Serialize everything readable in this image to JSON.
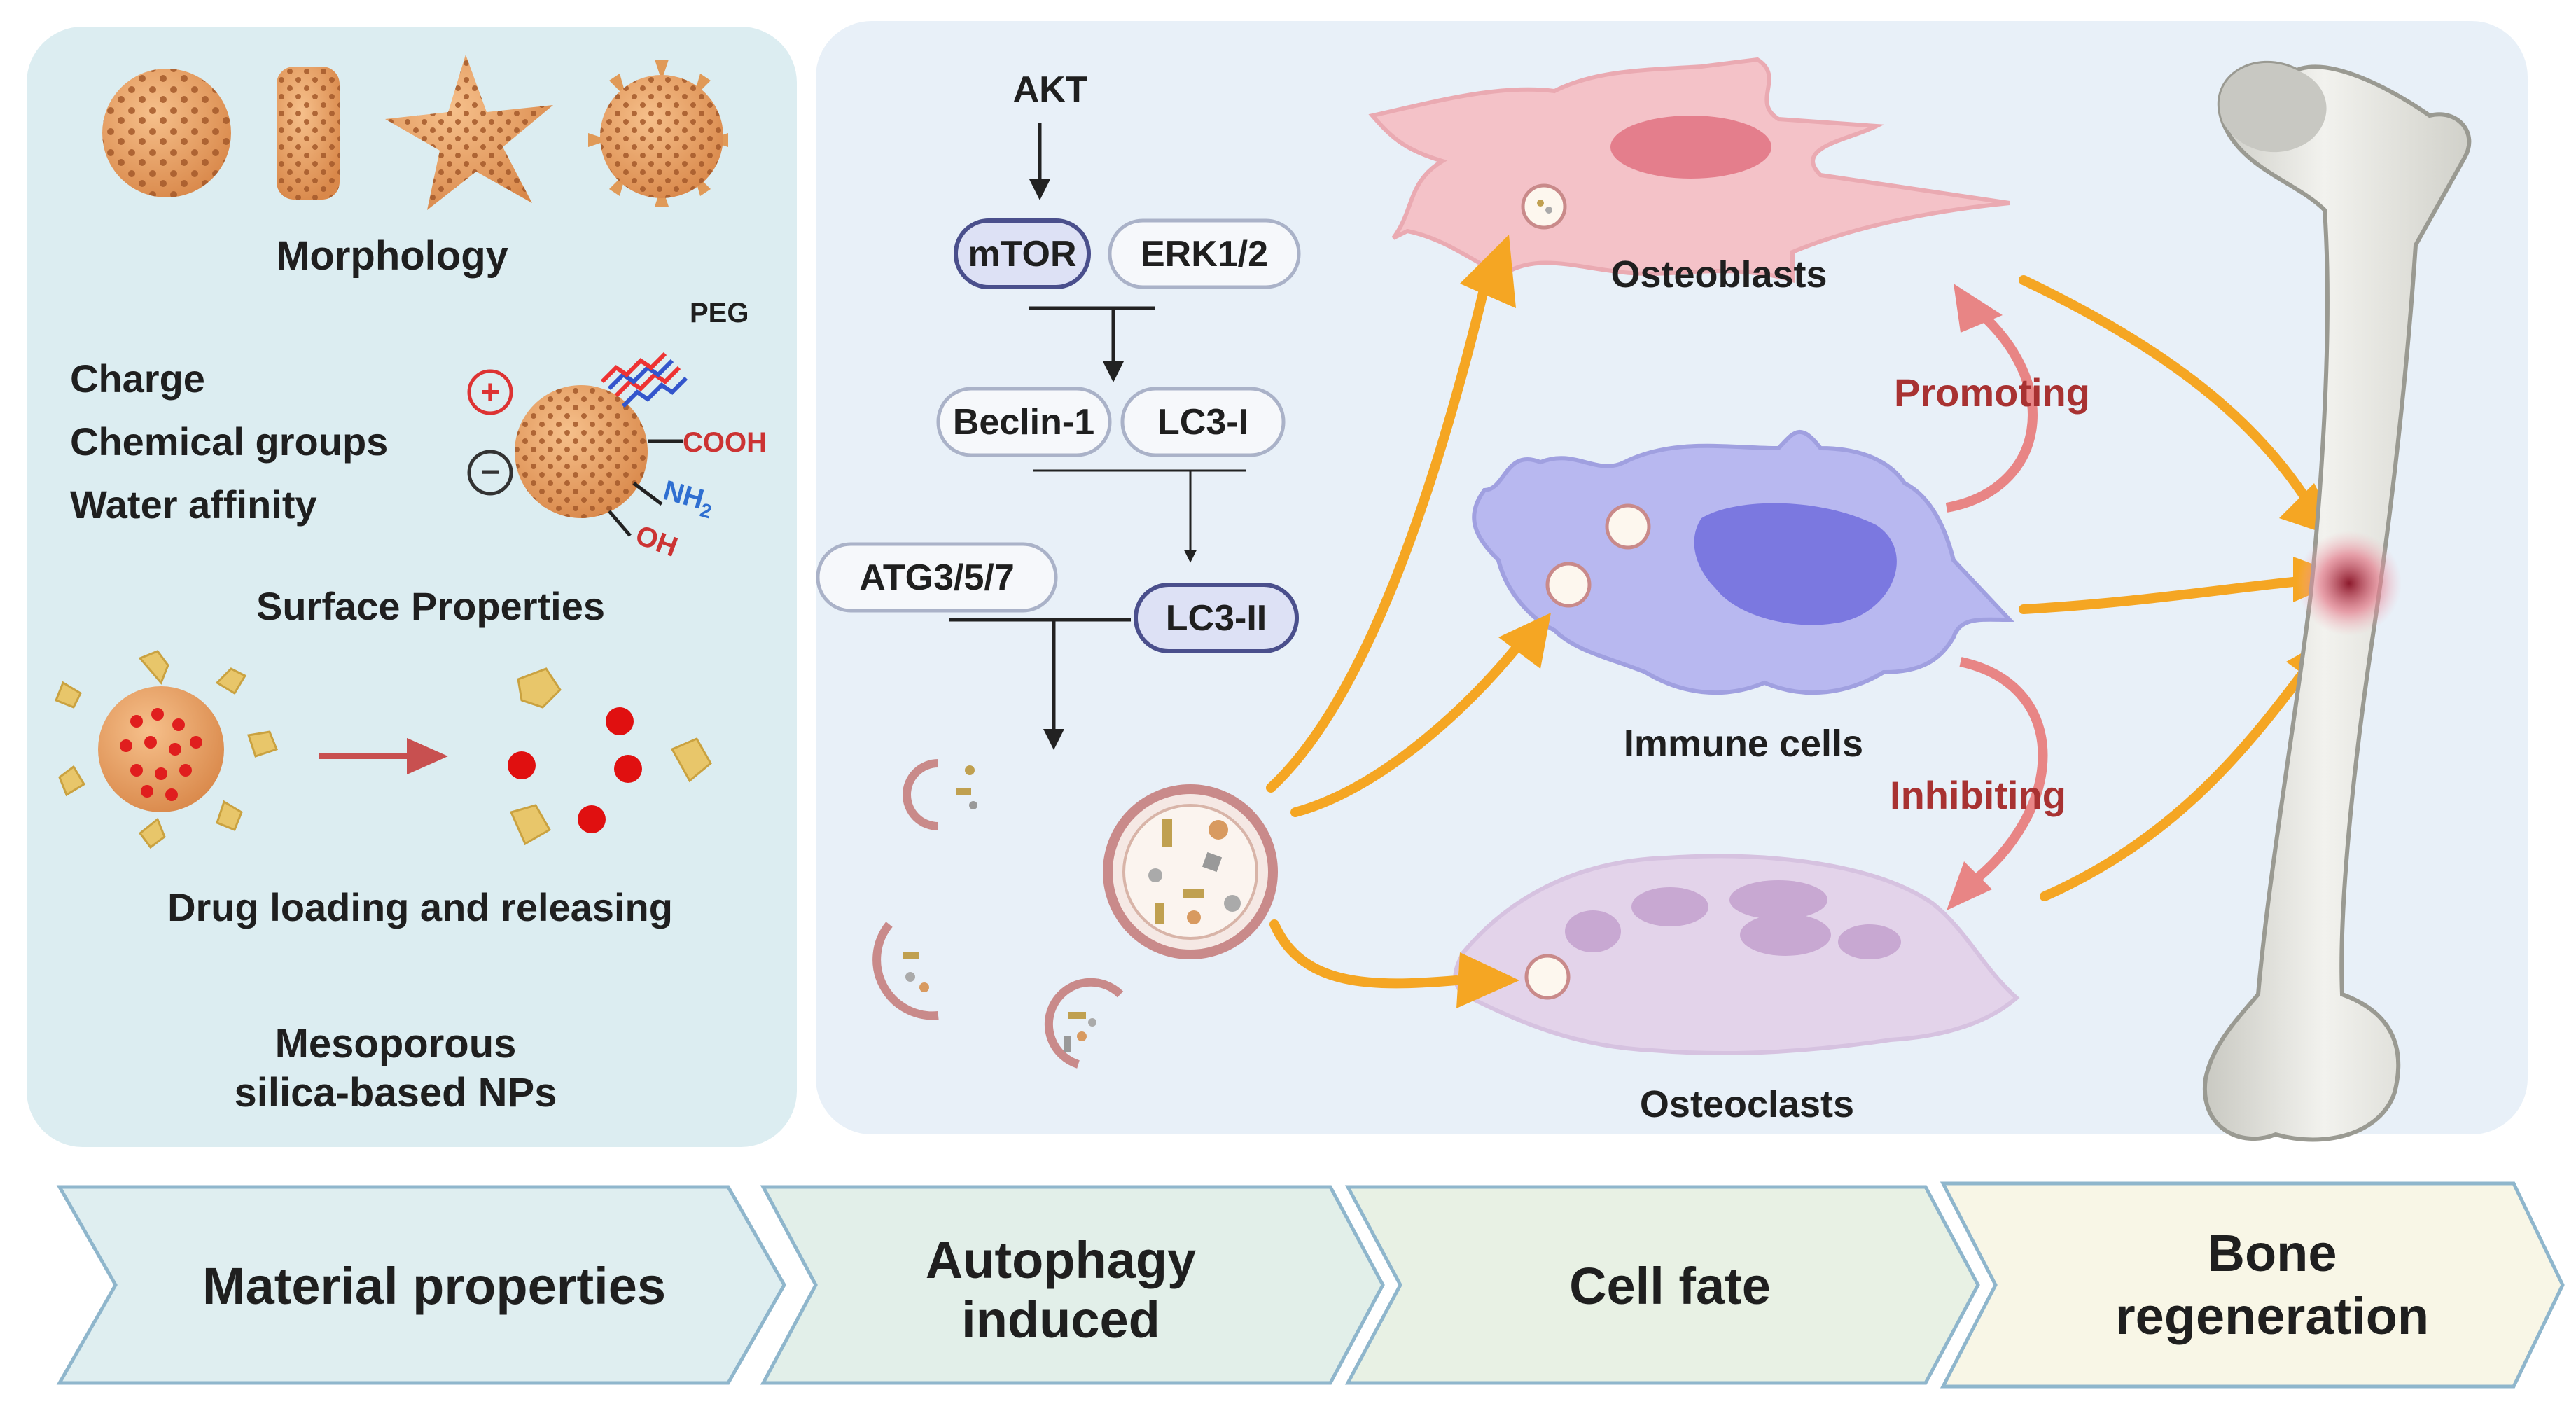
{
  "left_panel": {
    "morphology_label": "Morphology",
    "surface_props": [
      "Charge",
      "Chemical groups",
      "Water affinity"
    ],
    "peg_label": "PEG",
    "plus_sign": "+",
    "minus_sign": "−",
    "cooh_label": "COOH",
    "nh2_label": "NH",
    "nh2_sub": "2",
    "oh_label": "OH",
    "surface_properties_label": "Surface Properties",
    "drug_label": "Drug loading and releasing",
    "material_title_line1": "Mesoporous",
    "material_title_line2": "silica-based NPs"
  },
  "pathway": {
    "akt": "AKT",
    "mtor": "mTOR",
    "erk": "ERK1/2",
    "beclin": "Beclin-1",
    "lc3i": "LC3-I",
    "atg": "ATG3/5/7",
    "lc3ii": "LC3-II"
  },
  "cells": {
    "osteoblasts": "Osteoblasts",
    "immune": "Immune cells",
    "osteoclasts": "Osteoclasts",
    "promoting": "Promoting",
    "inhibiting": "Inhibiting"
  },
  "stages": {
    "s1": "Material properties",
    "s2_line1": "Autophagy",
    "s2_line2": "induced",
    "s3": "Cell fate",
    "s4_line1": "Bone",
    "s4_line2": "regeneration"
  },
  "colors": {
    "left_panel_bg": "#dcedf1",
    "right_panel_bg": "#e8f0f8",
    "arrow_orange": "#f5a623",
    "promoting_red": "#a83232",
    "osteoblast_pink": "#f4c2c8",
    "immune_purple": "#b8b8f0",
    "osteoclast_lilac": "#e3d3ea",
    "particle_orange": "#e8a15d"
  }
}
